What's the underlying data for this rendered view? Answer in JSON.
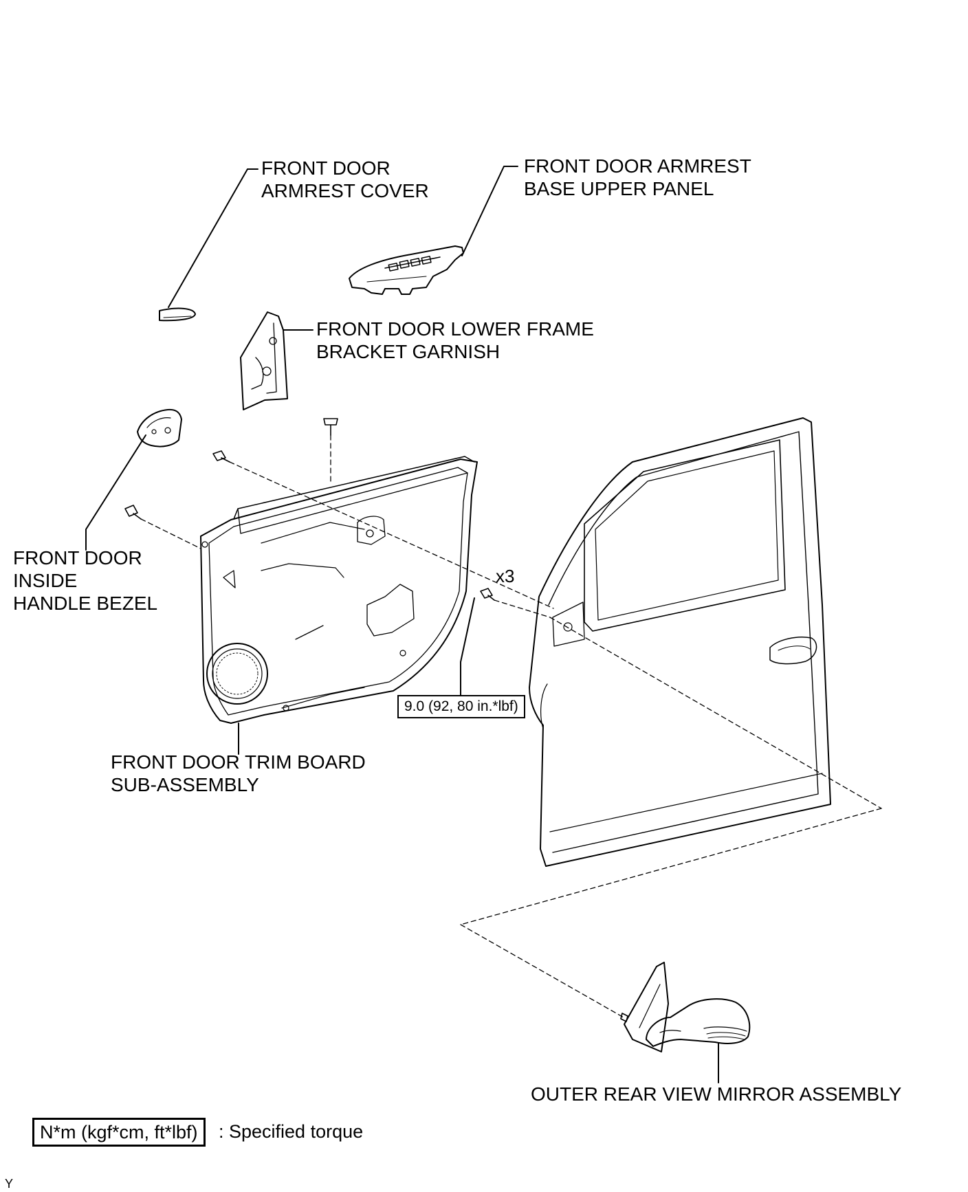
{
  "labels": {
    "armrest_cover": [
      "FRONT DOOR",
      "ARMREST COVER"
    ],
    "armrest_base": [
      "FRONT DOOR ARMREST",
      "BASE UPPER PANEL"
    ],
    "lower_frame": [
      "FRONT DOOR LOWER FRAME",
      "BRACKET GARNISH"
    ],
    "handle_bezel": [
      "FRONT DOOR",
      "INSIDE",
      "HANDLE BEZEL"
    ],
    "trim_board": [
      "FRONT DOOR TRIM BOARD",
      "SUB-ASSEMBLY"
    ],
    "mirror": [
      "OUTER REAR VIEW MIRROR ASSEMBLY"
    ]
  },
  "torque_spec": "9.0 (92, 80 in.*lbf)",
  "quantity": "x3",
  "legend": {
    "unit_box": "N*m (kgf*cm, ft*lbf)",
    "text": ": Specified torque"
  },
  "figure_code": "Y"
}
